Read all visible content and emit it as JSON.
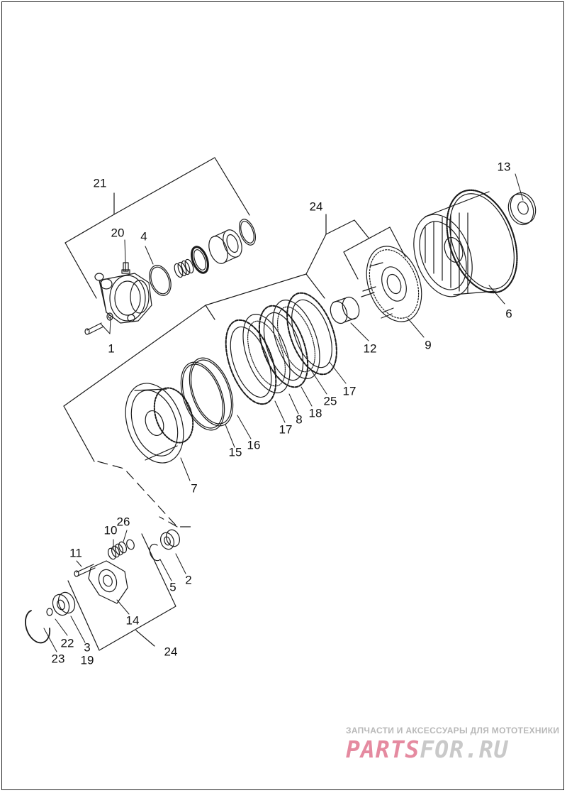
{
  "callouts": [
    {
      "id": "21",
      "text": "21"
    },
    {
      "id": "20",
      "text": "20"
    },
    {
      "id": "4",
      "text": "4"
    },
    {
      "id": "1",
      "text": "1"
    },
    {
      "id": "24a",
      "text": "24"
    },
    {
      "id": "13",
      "text": "13"
    },
    {
      "id": "6",
      "text": "6"
    },
    {
      "id": "9",
      "text": "9"
    },
    {
      "id": "12",
      "text": "12"
    },
    {
      "id": "17a",
      "text": "17"
    },
    {
      "id": "25",
      "text": "25"
    },
    {
      "id": "18",
      "text": "18"
    },
    {
      "id": "8",
      "text": "8"
    },
    {
      "id": "17b",
      "text": "17"
    },
    {
      "id": "16",
      "text": "16"
    },
    {
      "id": "15",
      "text": "15"
    },
    {
      "id": "7",
      "text": "7"
    },
    {
      "id": "26",
      "text": "26"
    },
    {
      "id": "10",
      "text": "10"
    },
    {
      "id": "11",
      "text": "11"
    },
    {
      "id": "5",
      "text": "5"
    },
    {
      "id": "2",
      "text": "2"
    },
    {
      "id": "14",
      "text": "14"
    },
    {
      "id": "22",
      "text": "22"
    },
    {
      "id": "3",
      "text": "3"
    },
    {
      "id": "19",
      "text": "19"
    },
    {
      "id": "23",
      "text": "23"
    },
    {
      "id": "24b",
      "text": "24"
    }
  ],
  "watermark": {
    "caption": "ЗАПЧАСТИ И АКСЕССУАРЫ ДЛЯ МОТОТЕХНИКИ",
    "logo_part1": "PARTS",
    "logo_part2": "FOR.RU"
  }
}
